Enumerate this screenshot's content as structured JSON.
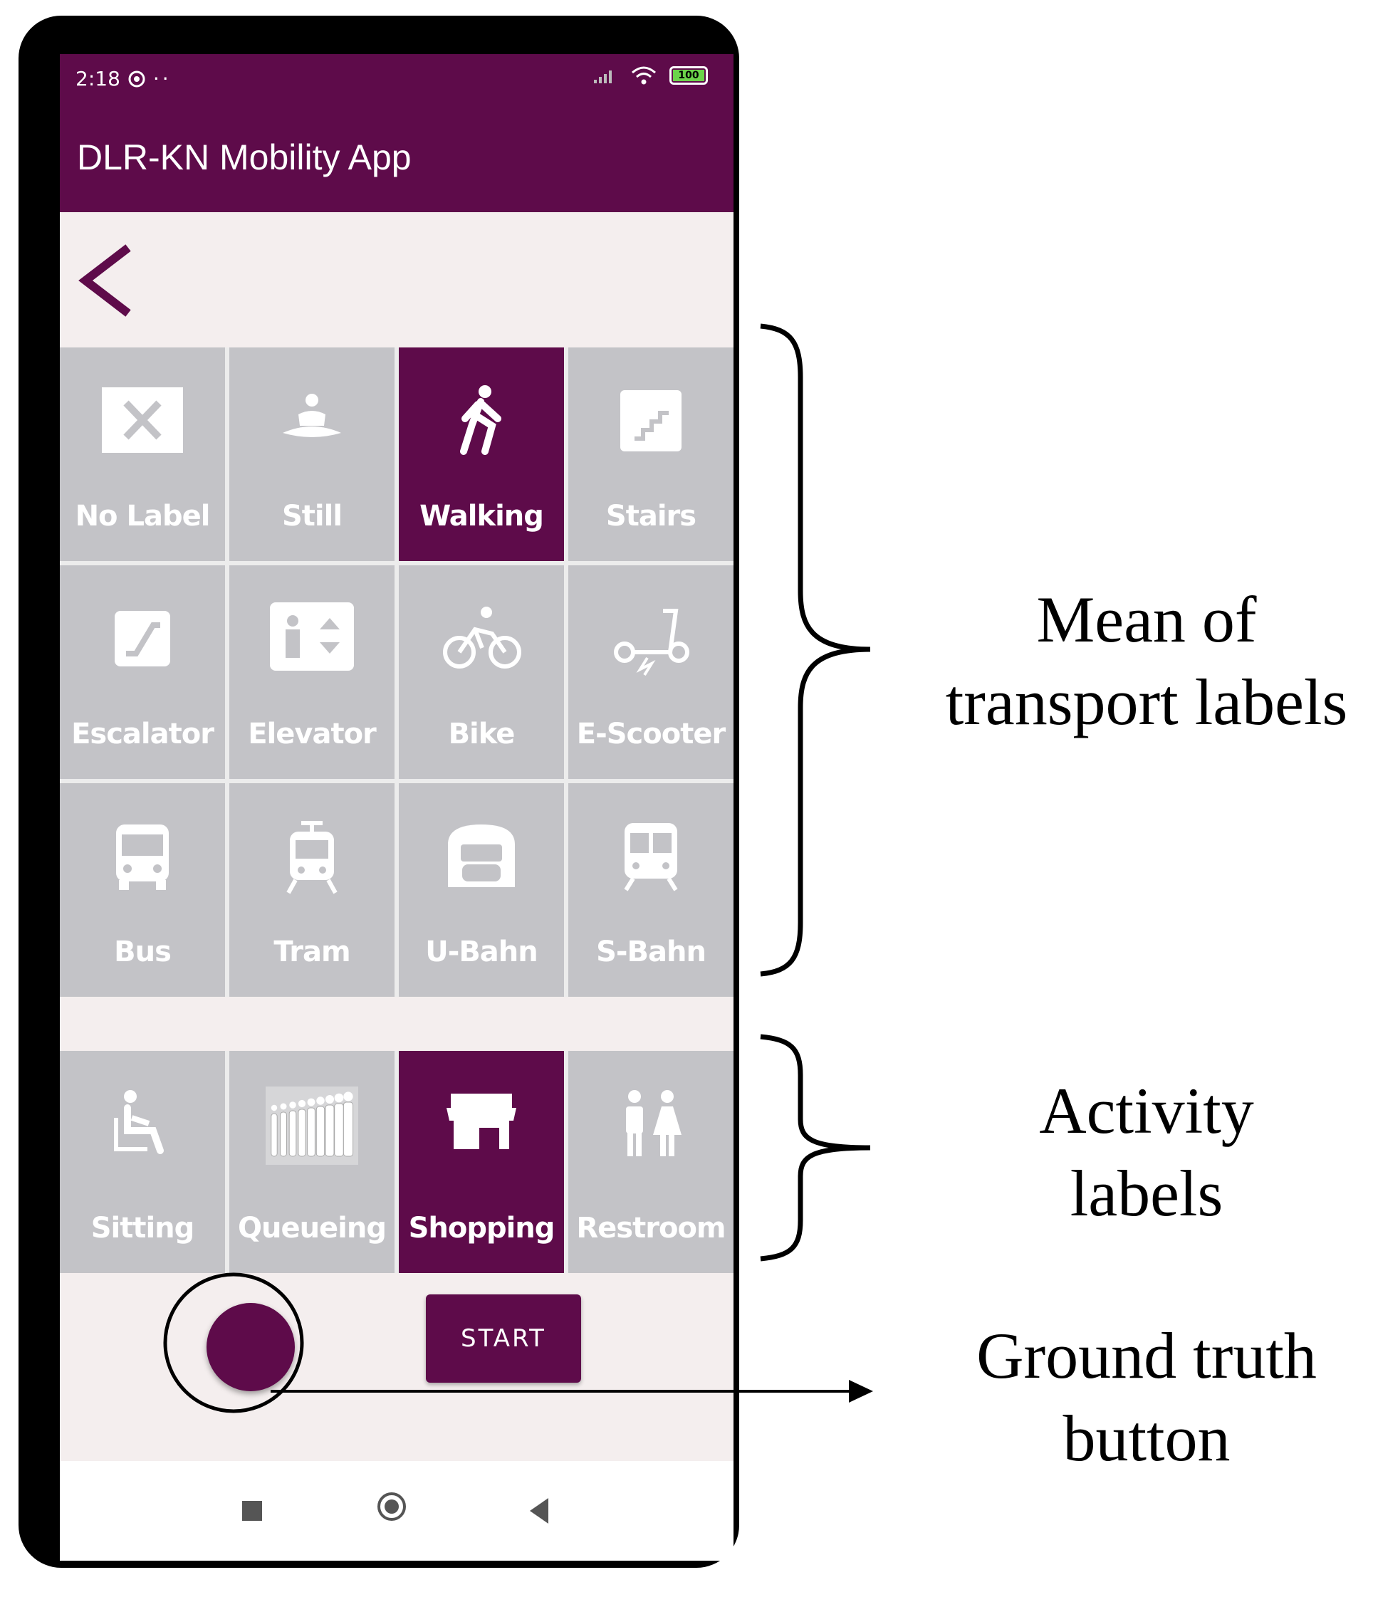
{
  "status_bar": {
    "time": "2:18",
    "battery": "100"
  },
  "app_bar": {
    "title": "DLR-KN Mobility App"
  },
  "transport_labels": [
    {
      "label": "No Label",
      "icon": "no-label-icon",
      "selected": false
    },
    {
      "label": "Still",
      "icon": "still-icon",
      "selected": false
    },
    {
      "label": "Walking",
      "icon": "walking-icon",
      "selected": true
    },
    {
      "label": "Stairs",
      "icon": "stairs-icon",
      "selected": false
    },
    {
      "label": "Escalator",
      "icon": "escalator-icon",
      "selected": false
    },
    {
      "label": "Elevator",
      "icon": "elevator-icon",
      "selected": false
    },
    {
      "label": "Bike",
      "icon": "bike-icon",
      "selected": false
    },
    {
      "label": "E-Scooter",
      "icon": "e-scooter-icon",
      "selected": false
    },
    {
      "label": "Bus",
      "icon": "bus-icon",
      "selected": false
    },
    {
      "label": "Tram",
      "icon": "tram-icon",
      "selected": false
    },
    {
      "label": "U-Bahn",
      "icon": "u-bahn-icon",
      "selected": false
    },
    {
      "label": "S-Bahn",
      "icon": "s-bahn-icon",
      "selected": false
    }
  ],
  "activity_labels": [
    {
      "label": "Sitting",
      "icon": "sitting-icon",
      "selected": false
    },
    {
      "label": "Queueing",
      "icon": "queueing-icon",
      "selected": false
    },
    {
      "label": "Shopping",
      "icon": "shopping-icon",
      "selected": true
    },
    {
      "label": "Restroom",
      "icon": "restroom-icon",
      "selected": false
    }
  ],
  "controls": {
    "start_label": "START"
  },
  "annotations": {
    "transport": [
      "Mean of",
      "transport labels"
    ],
    "activity": [
      "Activity",
      "labels"
    ],
    "ground_truth": [
      "Ground truth",
      "button"
    ]
  },
  "colors": {
    "primary": "#5e0b4a",
    "tile": "#c3c3c7",
    "background": "#f4eeee"
  }
}
